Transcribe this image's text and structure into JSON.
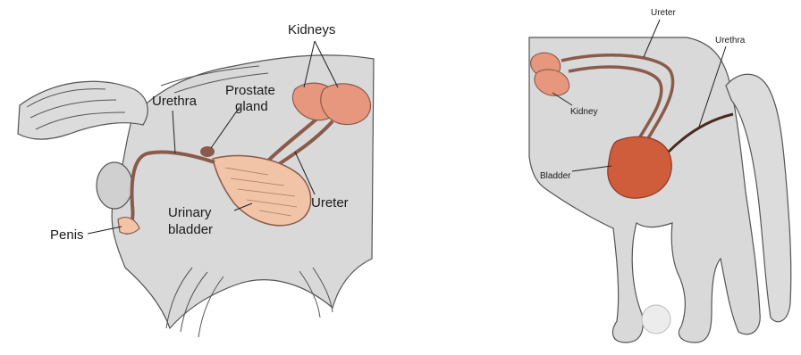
{
  "left_diagram": {
    "labels": {
      "kidneys": "Kidneys",
      "prostate_line1": "Prostate",
      "prostate_line2": "gland",
      "urethra": "Urethra",
      "ureter": "Ureter",
      "urinary_line1": "Urinary",
      "urinary_line2": "bladder",
      "penis": "Penis"
    }
  },
  "right_diagram": {
    "labels": {
      "ureter": "Ureter",
      "urethra": "Urethra",
      "kidney": "Kidney",
      "bladder": "Bladder"
    }
  },
  "colors": {
    "body_fill": "#d9d9d9",
    "fur_outline": "#555555",
    "kidney_fill": "#e7977d",
    "bladder_left_fill": "#f1c4a8",
    "bladder_right_fill": "#cf5c3b",
    "duct_color": "#8a5a4a"
  }
}
